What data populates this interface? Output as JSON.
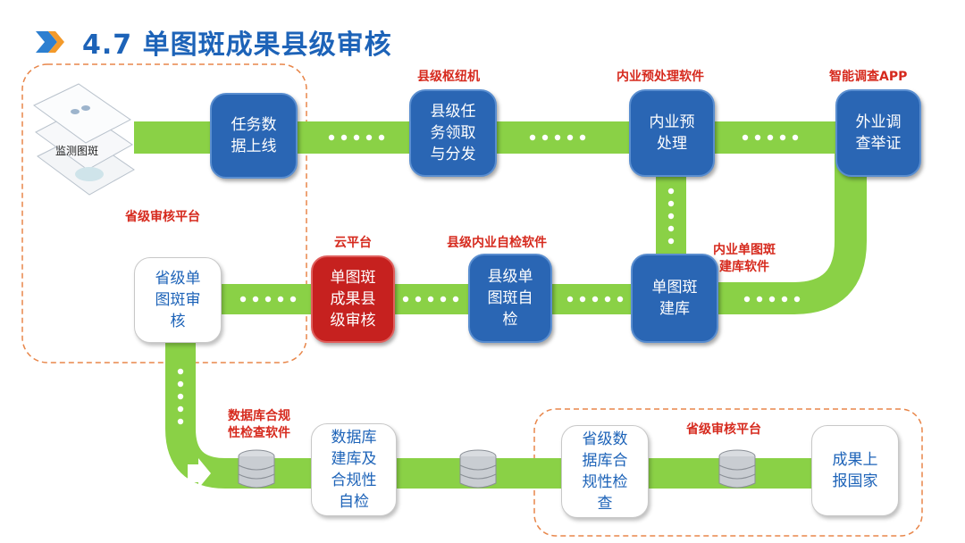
{
  "title": "4.7 单图斑成果县级审核",
  "colors": {
    "title": "#1d63b8",
    "flow": "#8ad146",
    "node_blue": "#2a66b4",
    "node_red": "#c6211f",
    "label_red": "#d62a1e",
    "frame_orange": "#e8864a"
  },
  "map_label": "监测图斑",
  "nodes": {
    "task_online": "任务数\n据上线",
    "county_receive": "县级任\n务领取\n与分发",
    "preprocess": "内业预\n处理",
    "field_survey": "外业调\n查举证",
    "build_db": "单图斑\n建库",
    "county_selfcheck": "县级单\n图斑自\n检",
    "county_audit": "单图斑\n成果县\n级审核",
    "province_audit": "省级单\n图斑审\n核",
    "db_compliance": "数据库\n建库及\n合规性\n自检",
    "province_db_check": "省级数\n据库合\n规性检\n查",
    "report": "成果上\n报国家"
  },
  "labels": {
    "hub": "县级枢纽机",
    "preprocess_sw": "内业预处理软件",
    "app": "智能调查APP",
    "province_platform_1": "省级审核平台",
    "cloud": "云平台",
    "selfcheck_sw": "县级内业自检软件",
    "build_sw": "内业单图斑\n建库软件",
    "db_check_sw": "数据库合规\n性检查软件",
    "province_platform_2": "省级审核平台"
  },
  "icons": [
    "chevron-arrow-icon",
    "map-layers-icon",
    "database-icon",
    "arrow-right-icon"
  ]
}
